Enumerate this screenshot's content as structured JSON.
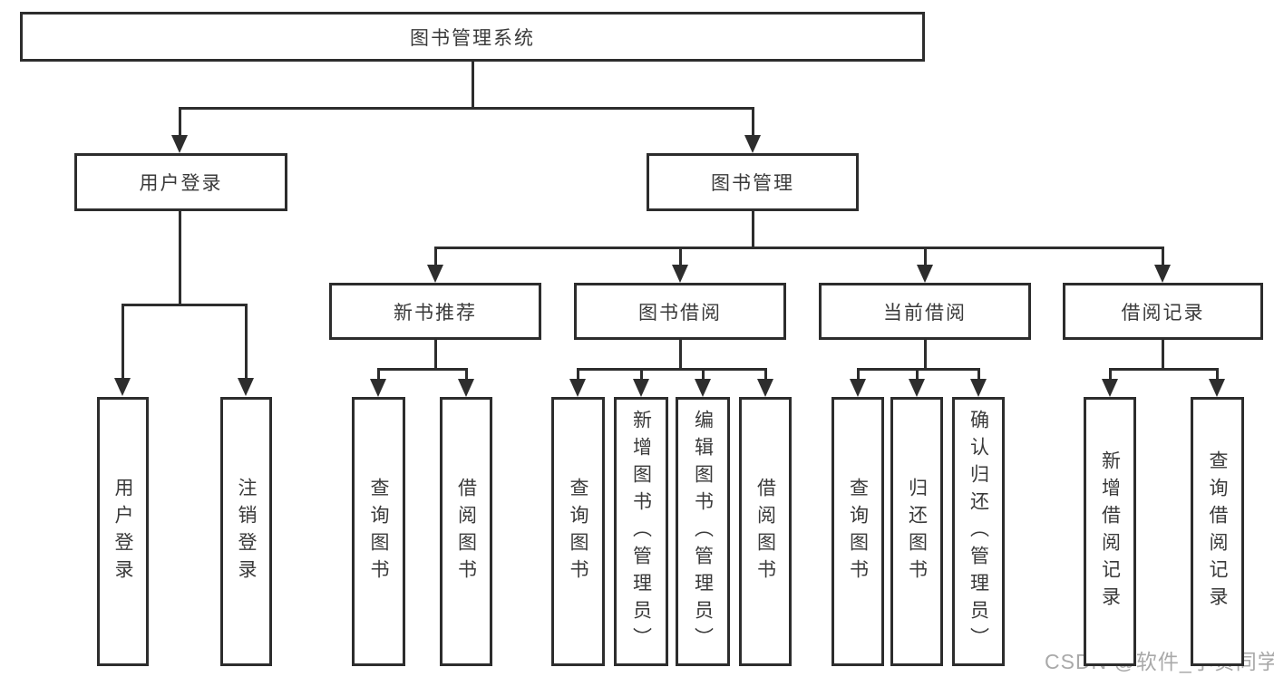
{
  "diagram_title": "图书管理系统",
  "nodes": {
    "root": {
      "label": "图书管理系统",
      "children": [
        "user-login",
        "book-management"
      ]
    },
    "user-login": {
      "label": "用户登录",
      "children": [
        "leaf-user-login",
        "leaf-logout"
      ]
    },
    "book-management": {
      "label": "图书管理",
      "children": [
        "new-book-recommend",
        "book-borrow",
        "current-borrow",
        "borrow-records"
      ]
    },
    "new-book-recommend": {
      "label": "新书推荐",
      "children": [
        "nb-query-book",
        "nb-borrow-book"
      ]
    },
    "book-borrow": {
      "label": "图书借阅",
      "children": [
        "bb-query-book",
        "bb-add-book",
        "bb-edit-book",
        "bb-borrow-book"
      ]
    },
    "current-borrow": {
      "label": "当前借阅",
      "children": [
        "cb-query-book",
        "cb-return-book",
        "cb-confirm-return"
      ]
    },
    "borrow-records": {
      "label": "借阅记录",
      "children": [
        "br-add-record",
        "br-query-record"
      ]
    },
    "leaf-user-login": {
      "label": "用户登录"
    },
    "leaf-logout": {
      "label": "注销登录"
    },
    "nb-query-book": {
      "label": "查询图书"
    },
    "nb-borrow-book": {
      "label": "借阅图书"
    },
    "bb-query-book": {
      "label": "查询图书"
    },
    "bb-add-book": {
      "label": "新增图书（管理员）"
    },
    "bb-edit-book": {
      "label": "编辑图书（管理员）"
    },
    "bb-borrow-book": {
      "label": "借阅图书"
    },
    "cb-query-book": {
      "label": "查询图书"
    },
    "cb-return-book": {
      "label": "归还图书"
    },
    "cb-confirm-return": {
      "label": "确认归还（管理员）"
    },
    "br-add-record": {
      "label": "新增借阅记录"
    },
    "br-query-record": {
      "label": "查询借阅记录"
    }
  },
  "watermark": {
    "text": "CSDN @软件_小贺同学"
  },
  "colors": {
    "line": "#2d2d2d",
    "box_border": "#2d2d2d",
    "text": "#3a3a3a",
    "watermark": "#a9a9a9",
    "background": "#ffffff"
  }
}
